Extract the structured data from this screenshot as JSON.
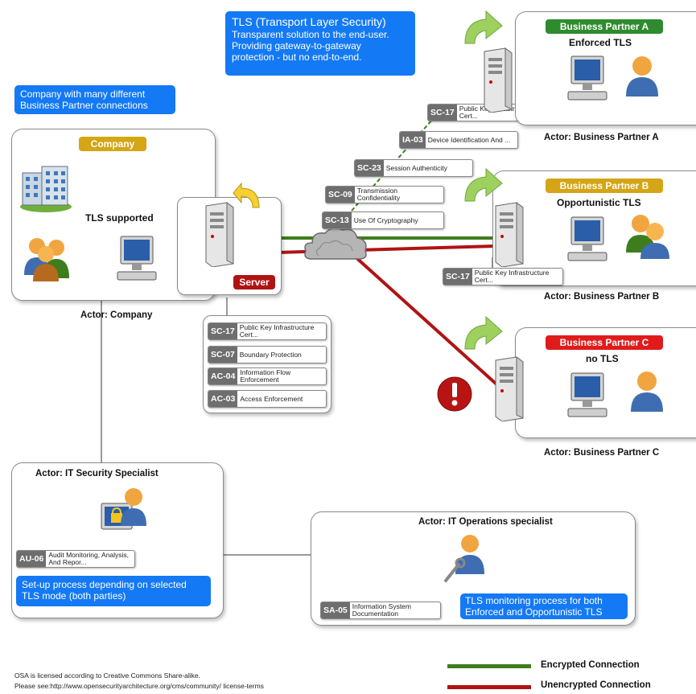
{
  "tls_note": {
    "title": "TLS (Transport Layer Security)",
    "line1": "Transparent solution to the end-user.",
    "line2": "Providing gateway-to-gateway",
    "line3": "protection - but no end-to-end."
  },
  "company_note": {
    "line1": "Company with many different",
    "line2": "Business Partner connections"
  },
  "company": {
    "title": "Company",
    "status": "TLS supported",
    "server_label": "Server",
    "actor": "Actor: Company"
  },
  "partner_a": {
    "title": "Business Partner A",
    "mode": "Enforced TLS",
    "actor": "Actor:  Business Partner A"
  },
  "partner_b": {
    "title": "Business Partner B",
    "mode": "Opportunistic TLS",
    "actor": "Actor: Business Partner B"
  },
  "partner_c": {
    "title": "Business Partner C",
    "mode": "no TLS",
    "actor": "Actor: Business Partner C"
  },
  "chain_controls": [
    {
      "code": "SC-17",
      "label": "Public Key Infrastructure Cert..."
    },
    {
      "code": "IA-03",
      "label": "Device Identification And ..."
    },
    {
      "code": "SC-23",
      "label": "Session Authenticity"
    },
    {
      "code": "SC-09",
      "label": "Transmission Confidentiality"
    },
    {
      "code": "SC-13",
      "label": "Use Of Cryptography"
    }
  ],
  "partner_b_control": {
    "code": "SC-17",
    "label": "Public Key Infrastructure Cert..."
  },
  "server_controls": [
    {
      "code": "SC-17",
      "label": "Public Key Infrastructure Cert..."
    },
    {
      "code": "SC-07",
      "label": "Boundary Protection"
    },
    {
      "code": "AC-04",
      "label": "Information Flow Enforcement"
    },
    {
      "code": "AC-03",
      "label": "Access Enforcement"
    }
  ],
  "it_security": {
    "actor": "Actor: IT Security Specialist",
    "control_code": "AU-06",
    "control_label": "Audit Monitoring, Analysis, And Repor...",
    "note1": "Set-up process depending on selected",
    "note2": "TLS mode (both parties)"
  },
  "it_operations": {
    "actor": "Actor:  IT Operations specialist",
    "control_code": "SA-05",
    "control_label": "Information System Documentation",
    "note1": "TLS monitoring process for both",
    "note2": "Enforced and Opportunistic TLS"
  },
  "legend": {
    "encrypted": "Encrypted Connection",
    "unencrypted": "Unencrypted Connection"
  },
  "footer": {
    "line1": "OSA is licensed according to Creative Commons Share-alike.",
    "line2": "Please see:http://www.opensecurityarchitecture.org/cms/community/ license-terms"
  },
  "colors": {
    "encrypted": "#3e7d1c",
    "unencrypted": "#b01313",
    "note_blue": "#1479f5",
    "partner_a": "#2e8b2e",
    "partner_b_company": "#d4a514",
    "partner_c": "#e01b1b",
    "server_tag": "#b01313"
  },
  "icons": [
    "building-icon",
    "users-group-icon",
    "workstation-icon",
    "server-icon",
    "cloud-icon",
    "user-icon",
    "curved-arrow-icon",
    "warning-icon",
    "lock-monitor-icon",
    "wrench-user-icon"
  ]
}
